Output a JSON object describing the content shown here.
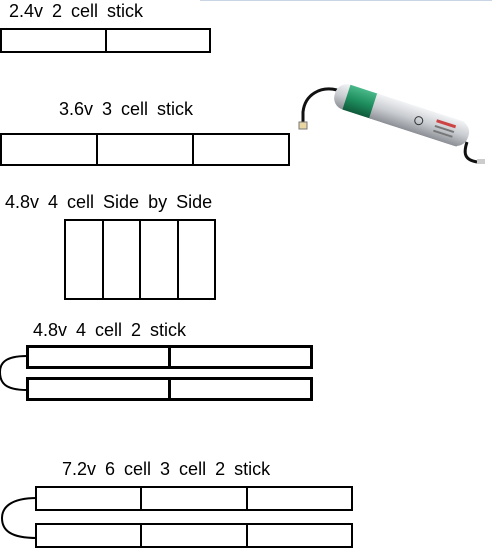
{
  "diagram": {
    "labels": {
      "two_cell": "2.4v 2 cell stick",
      "three_cell": "3.6v 3 cell stick",
      "four_side": "4.8v 4 cell Side by Side",
      "four_two_stick": "4.8v 4 cell 2 stick",
      "six_cell": "7.2v 6 cell 3 cell 2 stick"
    },
    "packs": [
      {
        "name": "2.4v 2 cell stick",
        "cells": 2
      },
      {
        "name": "3.6v 3 cell stick",
        "cells": 3
      },
      {
        "name": "4.8v 4 cell Side by Side",
        "cells": 4
      },
      {
        "name": "4.8v 4 cell 2 stick",
        "cells": 4
      },
      {
        "name": "7.2v 6 cell 3 cell 2 stick",
        "cells": 6
      }
    ],
    "colors": {
      "outline": "#000000",
      "background": "#ffffff",
      "battery_wrap": "#1f8f5f",
      "battery_cap": "#c9ccd0"
    },
    "photo_icon": "battery-stick-photo"
  }
}
